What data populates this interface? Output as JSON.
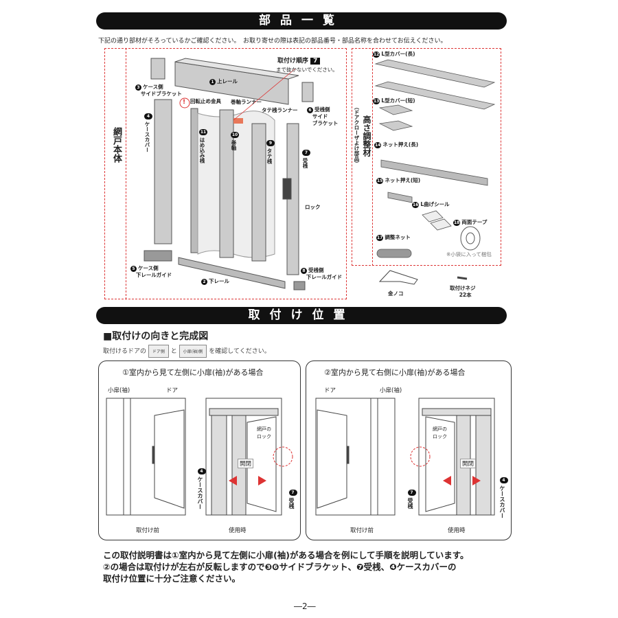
{
  "section1": {
    "title": "部品一覧",
    "intro": "下記の通り部材がそろっているかご確認ください。　お取り寄せの際は表記の部品番号・部品名称を合わせてお伝えください。"
  },
  "main_group": {
    "title": "網戸本体",
    "order_note": {
      "label": "取付け順序",
      "step": "7",
      "sub": "まで抜かないでください。"
    },
    "parts": [
      {
        "num": "1",
        "name": "上レール"
      },
      {
        "num": "2",
        "name": "下レール"
      },
      {
        "num": "3",
        "name": "ケース側",
        "name2": "サイドブラケット"
      },
      {
        "num": "4",
        "name": "ケースカバー"
      },
      {
        "num": "5",
        "name": "ケース側",
        "name2": "下レールガイド"
      },
      {
        "num": "6",
        "name": "受桟側",
        "name2": "サイド",
        "name3": "ブラケット"
      },
      {
        "num": "7",
        "name": "受桟"
      },
      {
        "num": "8",
        "name": "受桟側",
        "name2": "下レールガイド"
      },
      {
        "num": "9",
        "name": "タテ桟"
      },
      {
        "num": "10",
        "name": "巻軸"
      },
      {
        "num": "11",
        "name": "はめ込み桟"
      }
    ],
    "callouts": {
      "stopper": "回転止め金具",
      "roll_runner": "巻軸ランナー",
      "vertical_runner": "タテ桟ランナー",
      "lock": "ロック",
      "warning_icon": "!"
    }
  },
  "adjust_group": {
    "title": "高さ調整材",
    "subtitle": "（ドアクローザよけ部品）",
    "parts": [
      {
        "num": "12",
        "name": "L型カバー(長)"
      },
      {
        "num": "13",
        "name": "L型カバー(短)"
      },
      {
        "num": "14",
        "name": "ネット押え(長)"
      },
      {
        "num": "15",
        "name": "ネット押え(短)"
      },
      {
        "num": "16",
        "name": "L曲げシール"
      },
      {
        "num": "17",
        "name": "調整ネット"
      },
      {
        "num": "18",
        "name": "両面テープ"
      }
    ],
    "pack_note": "※小袋に入って梱包"
  },
  "extras": {
    "saw": "金ノコ",
    "screws": "取付けネジ",
    "screws_qty": "22本"
  },
  "section2": {
    "title": "取付け位置",
    "heading": "■取付けの向きと完成図",
    "check_pre": "取付けるドアの",
    "tag_door": "ドア側",
    "check_and": "と",
    "tag_side": "小扉(袖)側",
    "check_post": "を確認してください。"
  },
  "panels": [
    {
      "title": "①室内から見て左側に小扉(袖)がある場合",
      "side_door": "小扉(袖)",
      "door": "ドア",
      "before": "取付け前",
      "after": "使用時",
      "lock": "網戸の",
      "lock2": "ロック",
      "open_close": "開閉",
      "case_num": "4",
      "case": "ケースカバー",
      "recv_num": "7",
      "recv": "受桟"
    },
    {
      "title": "②室内から見て右側に小扉(袖)がある場合",
      "side_door": "小扉(袖)",
      "door": "ドア",
      "before": "取付け前",
      "after": "使用時",
      "lock": "網戸の",
      "lock2": "ロック",
      "open_close": "開閉",
      "case_num": "4",
      "case": "ケースカバー",
      "recv_num": "7",
      "recv": "受桟"
    }
  ],
  "note": [
    "この取付説明書は①室内から見て左側に小扉(袖)がある場合を例にして手順を説明しています。",
    "②の場合は取付けが左右が反転しますので❸❻サイドブラケット、❼受桟、❹ケースカバーの",
    "取付け位置に十分ご注意ください。"
  ],
  "page_number": "―2―"
}
